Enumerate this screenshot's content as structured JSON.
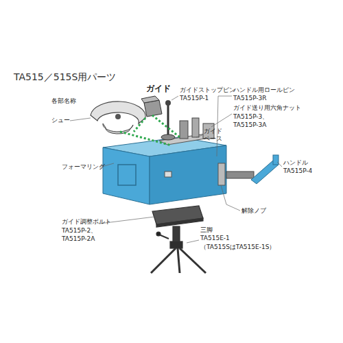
{
  "diagram": {
    "title": "TA515／515S用パーツ",
    "labels": [
      "各部名称",
      "ガイド",
      "ガイドストップピン",
      "TA515P-1",
      "ハンドル用ロールピン",
      "TA515P-3R",
      "ガイド送り用六角ナット",
      "TA515P-3、",
      "TA515P-3A",
      "シュー",
      "ガイド ベース",
      "ハンドル",
      "TA515P-4",
      "フォーマリング",
      "解除ノブ",
      "ガイド調整ボルト",
      "TA515P-2、",
      "TA515P-2A",
      "三脚",
      "TA515E-1",
      "（TA515SはTA515E-1S）"
    ]
  }
}
